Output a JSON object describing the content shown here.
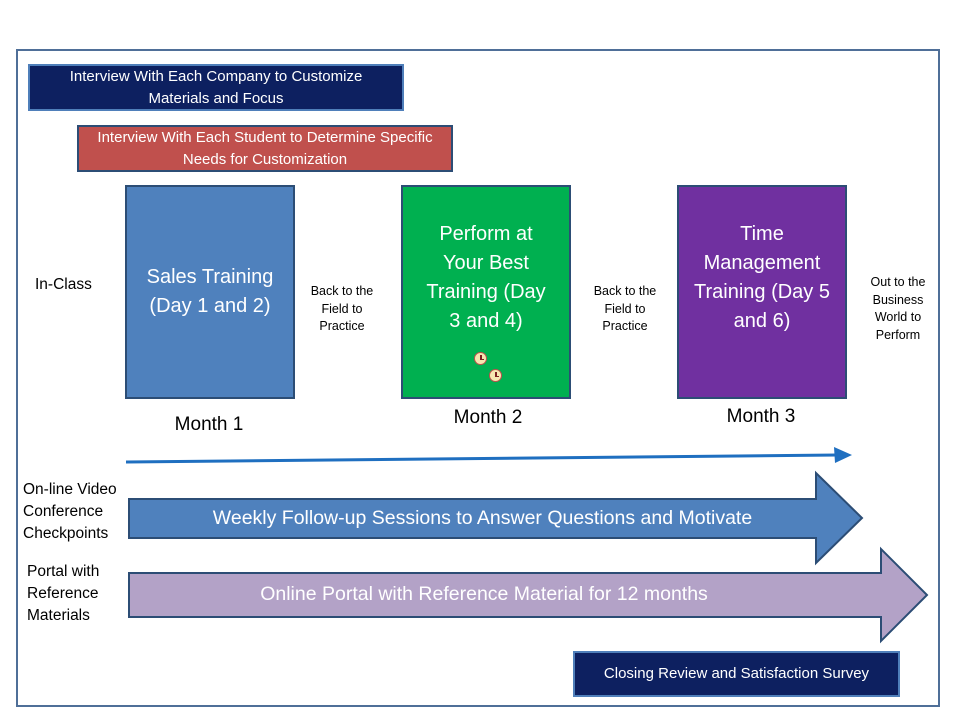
{
  "banners": {
    "company_interview": "Interview With Each Company to Customize Materials and Focus",
    "student_interview": "Interview With Each Student to Determine Specific Needs for Customization",
    "closing": "Closing Review and Satisfaction Survey"
  },
  "row_labels": {
    "in_class": "In-Class",
    "video": "On-line Video Conference Checkpoints",
    "portal": "Portal with Reference Materials"
  },
  "trainings": [
    {
      "label": "Sales Training (Day 1 and 2)",
      "month": "Month 1",
      "color": "#4f81bd"
    },
    {
      "label": "Perform at Your Best Training (Day 3 and 4)",
      "month": "Month 2",
      "color": "#00b050"
    },
    {
      "label": "Time Management Training (Day 5 and 6)",
      "month": "Month 3",
      "color": "#7030a0"
    }
  ],
  "notes": {
    "between_1": "Back to the Field to Practice",
    "between_2": "Back to the Field to Practice",
    "after": "Out to the Business World to Perform"
  },
  "arrows": {
    "weekly": "Weekly Follow-up Sessions to Answer Questions and Motivate",
    "portal": "Online Portal with Reference Material for 12 months"
  },
  "colors": {
    "dark_navy": "#0d2060",
    "red": "#c0504d",
    "timeline_blue": "#1f6fc0",
    "weekly_arrow": "#4f81bd",
    "portal_arrow": "#b3a2c7"
  },
  "icons": [
    "clock-icon",
    "clock-icon"
  ]
}
